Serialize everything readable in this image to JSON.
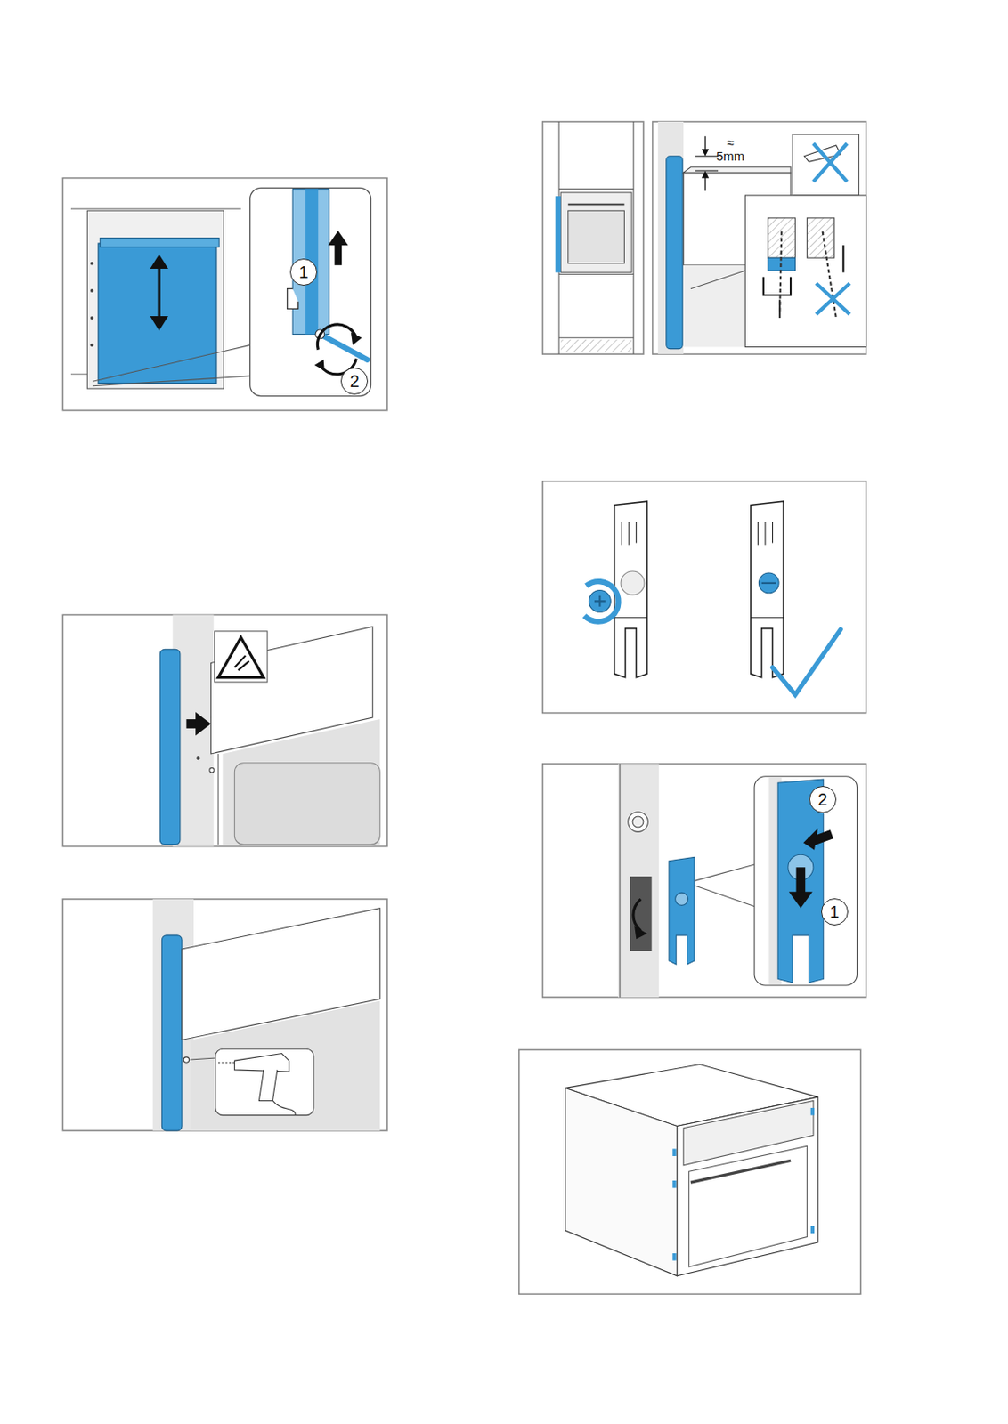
{
  "diagram": {
    "nodes": [
      {
        "text": [
          "1"
        ]
      },
      {
        "text": [
          "2"
        ]
      },
      {
        "text": [
          "2"
        ]
      },
      {
        "text": [
          "1"
        ]
      }
    ],
    "labels": [
      "≈ 5mm"
    ]
  }
}
